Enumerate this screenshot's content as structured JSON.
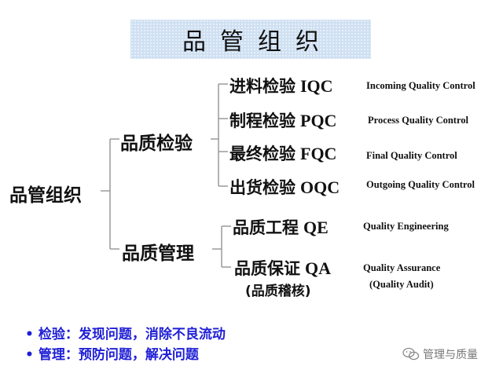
{
  "title": "品管组织",
  "root": "品管组织",
  "branches": [
    {
      "label": "品质检验",
      "children": [
        {
          "cn": "进料检验",
          "code": "IQC",
          "en": "Incoming Quality Control"
        },
        {
          "cn": "制程检验",
          "code": "PQC",
          "en": "Process Quality Control"
        },
        {
          "cn": "最终检验",
          "code": "FQC",
          "en": "Final Quality Control"
        },
        {
          "cn": "出货检验",
          "code": "OQC",
          "en": "Outgoing Quality Control"
        }
      ]
    },
    {
      "label": "品质管理",
      "children": [
        {
          "cn": "品质工程",
          "code": "QE",
          "en": "Quality   Engineering"
        },
        {
          "cn": "品质保证",
          "code": "QA",
          "en": "Quality  Assurance",
          "sub_cn": "(品质稽核)",
          "sub_en": "(Quality  Audit)"
        }
      ]
    }
  ],
  "bullets": [
    "检验：发现问题，消除不良流动",
    "管理：预防问题，解决问题"
  ],
  "watermark": "管理与质量",
  "colors": {
    "title_bg": "#cfe0f2",
    "bullet_text": "#1f1fd6",
    "lines": "#999999"
  }
}
